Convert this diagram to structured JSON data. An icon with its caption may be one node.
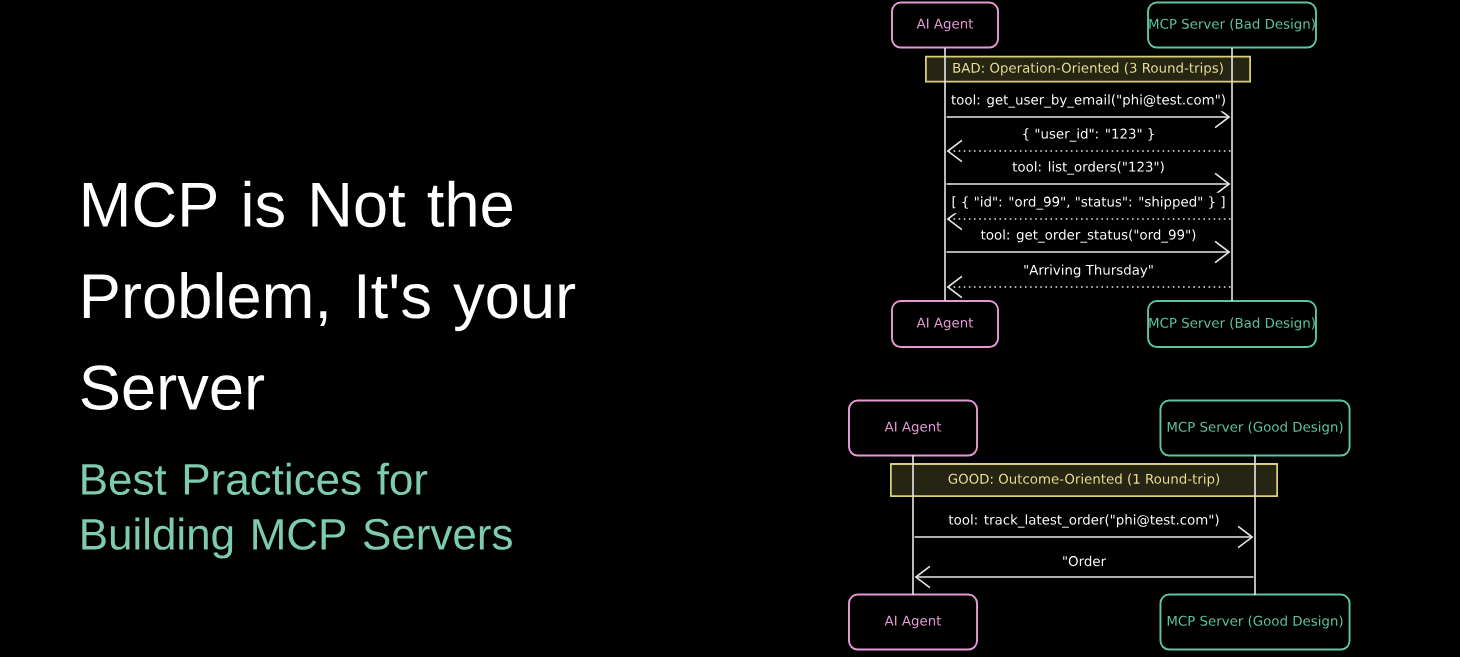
{
  "diagram": {
    "title": "MCP is Not the Problem, It's your Server",
    "nodes": [
      {
        "text": [
          "AI Agent"
        ]
      },
      {
        "text": [
          "MCP Server (Bad Design)"
        ]
      },
      {
        "text": [
          "BAD: Operation-Oriented (3 Round-trips)"
        ]
      },
      {
        "text": [
          "AI Agent"
        ]
      },
      {
        "text": [
          "MCP Server (Bad Design)"
        ]
      },
      {
        "text": [
          "AI Agent"
        ]
      },
      {
        "text": [
          "MCP Server (Good Design)"
        ]
      },
      {
        "text": [
          "GOOD: Outcome-Oriented (1 Round-trip)"
        ]
      },
      {
        "text": [
          "AI Agent"
        ]
      },
      {
        "text": [
          "MCP Server (Good Design)"
        ]
      },
      {
        "text": [],
        "shape": "bar"
      },
      {
        "text": [],
        "shape": "bar"
      },
      {
        "text": [],
        "shape": "bar"
      },
      {
        "text": [],
        "shape": "bar"
      }
    ],
    "edges": [
      {
        "from": 10,
        "to": 11,
        "arrow": "to",
        "label": "tool: get_user_by_email(\"phi@test.com\")"
      },
      {
        "from": 11,
        "to": 10,
        "arrow": "to",
        "label": "{ \"user_id\": \"123\" }",
        "style": "dashed"
      },
      {
        "from": 10,
        "to": 11,
        "arrow": "to",
        "label": "tool: list_orders(\"123\")"
      },
      {
        "from": 11,
        "to": 10,
        "arrow": "to",
        "label": "[ { \"id\": \"ord_99\", \"status\": \"shipped\" } ]",
        "style": "dashed"
      },
      {
        "from": 10,
        "to": 11,
        "arrow": "to",
        "label": "tool: get_order_status(\"ord_99\")"
      },
      {
        "from": 11,
        "to": 10,
        "arrow": "to",
        "label": "\"Arriving Thursday\"",
        "style": "dashed"
      },
      {
        "from": 12,
        "to": 13,
        "arrow": "to",
        "label": "tool: track_latest_order(\"phi@test.com\")"
      },
      {
        "from": 13,
        "to": 12,
        "arrow": "to",
        "label": "\"Order"
      }
    ],
    "labels": [
      "Best Practices for Building MCP Servers"
    ]
  }
}
